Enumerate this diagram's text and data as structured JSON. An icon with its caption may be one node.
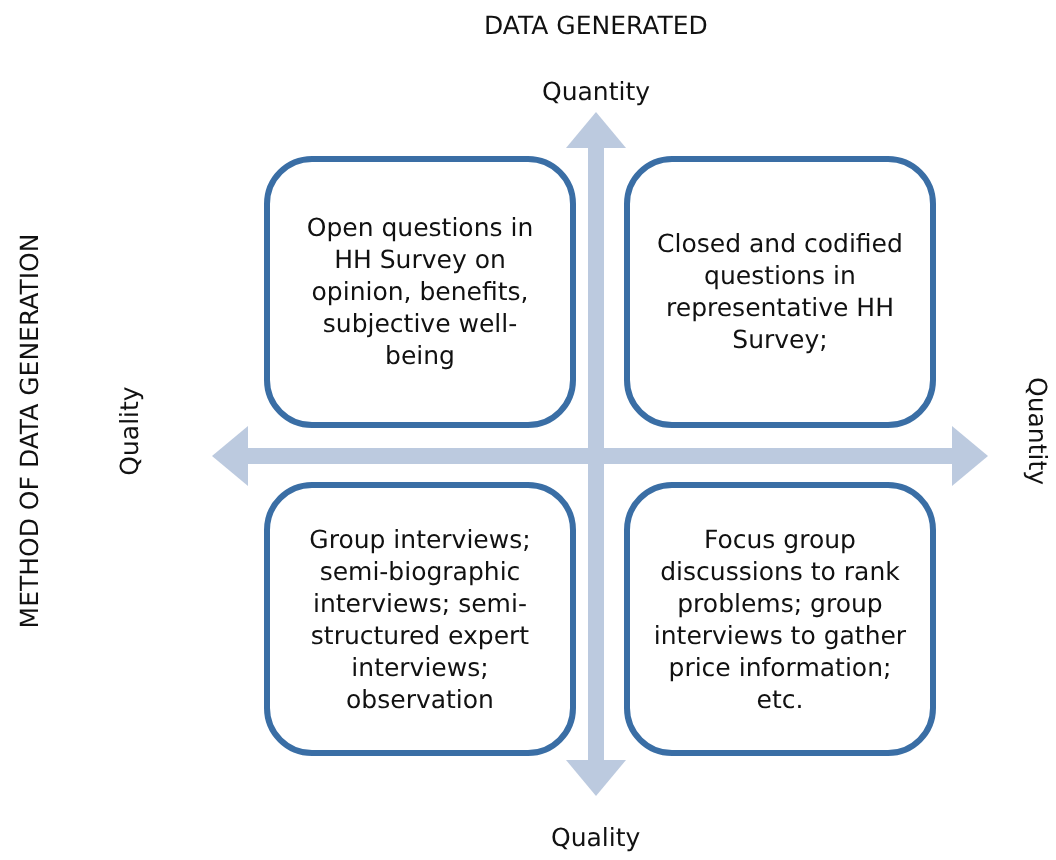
{
  "diagram": {
    "nodes": [
      {
        "text": [
          "Open questions in HH Survey on opinion, benefits, subjective well-being"
        ]
      },
      {
        "text": [
          "Closed and codified questions in representative HH Survey;"
        ]
      },
      {
        "text": [
          "Group interviews; semi-biographic interviews; semi-structured expert interviews; observation"
        ]
      },
      {
        "text": [
          "Focus group discussions to rank problems; group interviews to gather price information; etc."
        ]
      }
    ],
    "edges": [],
    "labels": [
      "DATA GENERATED",
      "Quantity",
      "METHOD OF DATA GENERATION",
      "Quality",
      "Quantity",
      "Quality"
    ]
  }
}
